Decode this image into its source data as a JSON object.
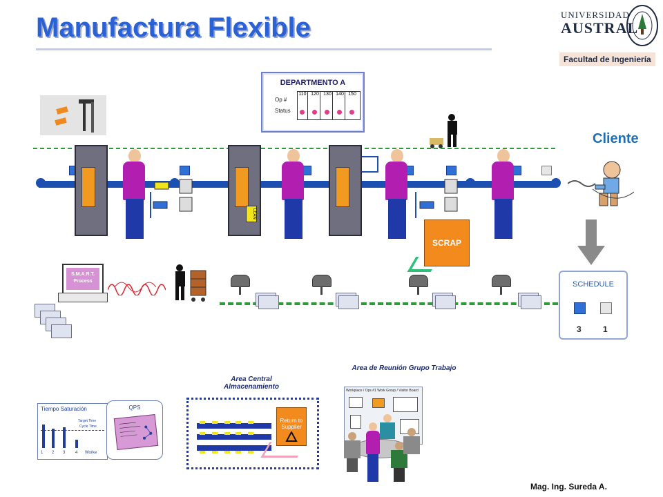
{
  "title": "Manufactura Flexible",
  "logo": {
    "university_line1": "UNIVERSIDAD",
    "university_line2": "AUSTRAL",
    "faculty": "Facultad de Ingeniería"
  },
  "department_board": {
    "title": "DEPARTMENTO A",
    "op_label": "Op #",
    "status_label": "Status",
    "ops": [
      "110",
      "120",
      "130",
      "140",
      "150"
    ]
  },
  "cliente_label": "Cliente",
  "scrap_label": "SCRAP",
  "smart_label": "S.M.A.R.T.",
  "smart_sub": "Process",
  "machine_tag": "LEAN",
  "schedule": {
    "label": "SCHEDULE",
    "values": [
      "3",
      "1"
    ]
  },
  "area_reunion_title": "Area de Reunión Grupo Trabajo",
  "area_central_title": "Area Central Almacenamiento",
  "tiempo_saturacion": {
    "title": "Tiempo Saturación",
    "legend_target": "Target Time",
    "legend_cycle": "Cycle Time",
    "axis": [
      "1",
      "2",
      "3",
      "4"
    ],
    "axis_label": "Worke"
  },
  "qps_label": "QPS",
  "return_box": "Return to Supplier",
  "board_header": "Workplace / Ops #1 Work Group / Visitor Board",
  "footer": "Mag. Ing. Sureda A.",
  "colors": {
    "title": "#2a62d6",
    "belt": "#1b4fb0",
    "worker_shirt": "#b21fb0",
    "scrap": "#f28a1e",
    "dashed_line": "#2e9a3a"
  }
}
